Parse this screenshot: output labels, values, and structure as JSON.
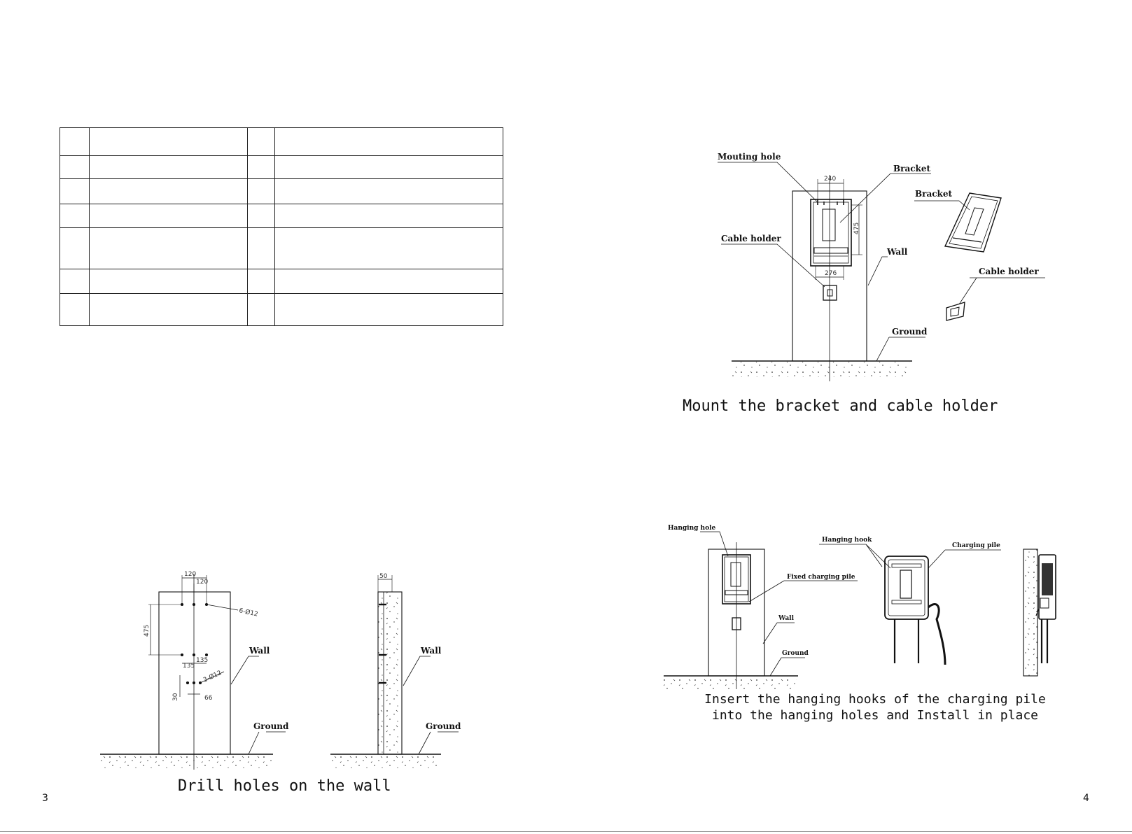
{
  "table": {
    "rows": [
      [
        "",
        "",
        "",
        ""
      ],
      [
        "",
        "",
        "",
        ""
      ],
      [
        "",
        "",
        "",
        ""
      ],
      [
        "",
        "",
        "",
        ""
      ],
      [
        "",
        "",
        "",
        ""
      ],
      [
        "",
        "",
        "",
        ""
      ],
      [
        "",
        "",
        "",
        ""
      ]
    ]
  },
  "figure_mount": {
    "labels": {
      "mouting_hole": "Mouting hole",
      "bracket_1": "Bracket",
      "bracket_2": "Bracket",
      "cable_holder_1": "Cable holder",
      "wall": "Wall",
      "cable_holder_2": "Cable holder",
      "ground": "Ground"
    },
    "dimensions": {
      "width_top": "240",
      "height": "475",
      "width_bottom": "276"
    },
    "caption": "Mount the bracket and cable holder"
  },
  "figure_drill": {
    "dimensions": {
      "d1": "120",
      "d2": "120",
      "d_height": "475",
      "holes_top": "6-Ø12",
      "d3": "135",
      "d4": "135",
      "holes_bottom": "3-Ø12",
      "d5": "30",
      "d6": "66",
      "depth": "50"
    },
    "labels": {
      "wall_front": "Wall",
      "ground_front": "Ground",
      "wall_side": "Wall",
      "ground_side": "Ground"
    },
    "caption": "Drill holes on the wall"
  },
  "figure_hang": {
    "labels": {
      "hanging_hole": "Hanging hole",
      "hanging_hook": "Hanging hook",
      "charging_pile": "Charging pile",
      "fixed_charging_pile": "Fixed charging pile",
      "wall": "Wall",
      "ground": "Ground"
    },
    "caption_line1": "Insert the hanging hooks of the charging pile",
    "caption_line2": "into the hanging holes and Install in place"
  },
  "page_numbers": {
    "left": "3",
    "right": "4"
  },
  "colors": {
    "ink": "#111111",
    "paper": "#ffffff"
  }
}
